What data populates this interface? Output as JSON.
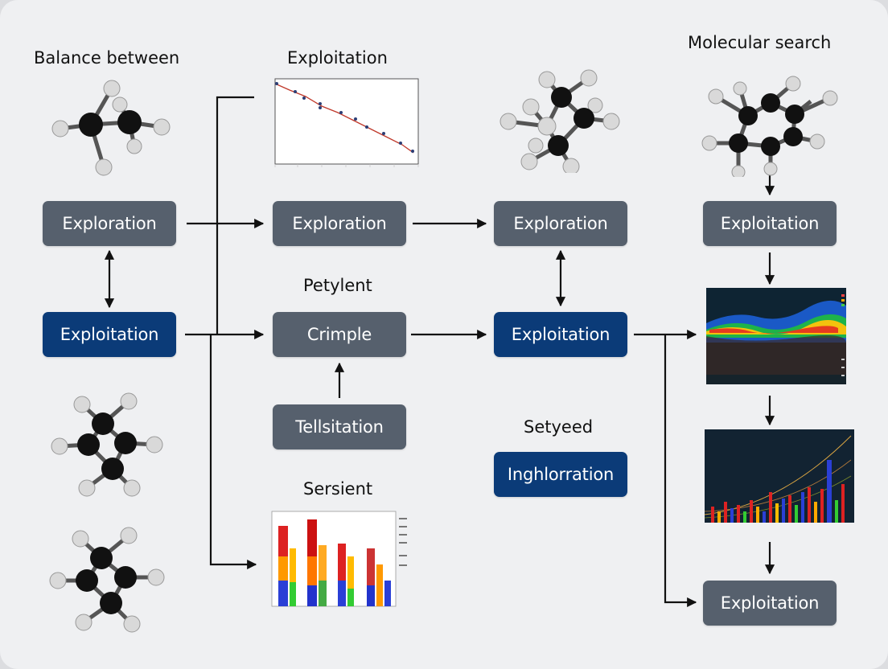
{
  "colors": {
    "gray_box": "#56606d",
    "blue_box": "#0b3b78",
    "arrow": "#111111",
    "background": "#eff0f2"
  },
  "labels": {
    "balance_between": "Balance between",
    "exploitation_top": "Exploitation",
    "molecular_search": "Molecular search",
    "petylent": "Petylent",
    "setyeed": "Setyeed",
    "sersient": "Sersient"
  },
  "boxes": {
    "left_exploration": "Exploration",
    "left_exploitation": "Exploitation",
    "mid_exploration": "Exploration",
    "crimple": "Crimple",
    "tellsitation": "Tellsitation",
    "center_exploration": "Exploration",
    "center_exploitation": "Exploitation",
    "inghlorration": "Inghlorration",
    "right_exploitation_top": "Exploitation",
    "right_exploitation_bottom": "Exploitation"
  },
  "icons": {
    "molecule": "molecule-icon",
    "arrow": "arrow-icon"
  }
}
